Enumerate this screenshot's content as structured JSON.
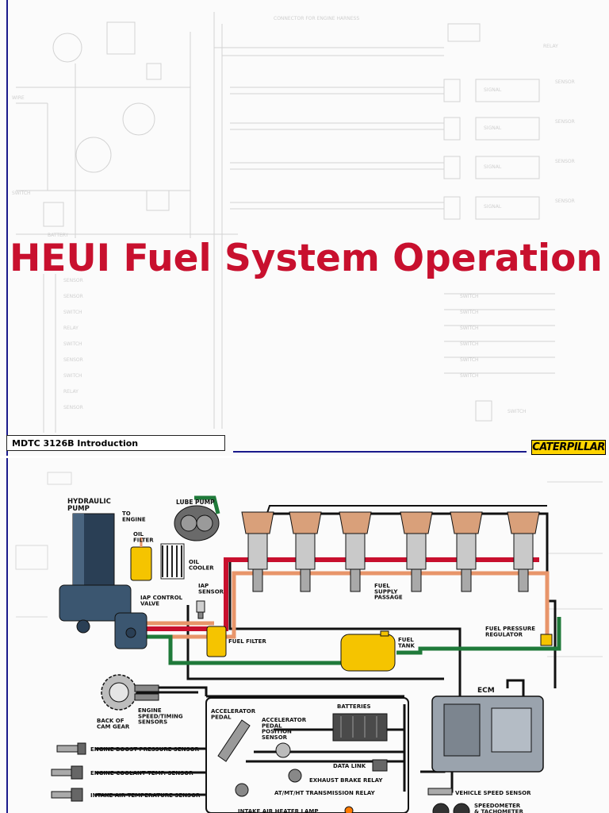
{
  "slide1": {
    "title": "HEUI Fuel System Operation",
    "footer_label": "MDTC 3126B Introduction",
    "logo_text": "CATERPILLAR"
  },
  "diagram": {
    "labels": {
      "hydraulic_pump": "HYDRAULIC\nPUMP",
      "to_engine": "TO\nENGINE",
      "lube_pump": "LUBE PUMP",
      "oil_filter": "OIL\nFILTER",
      "oil_cooler": "OIL\nCOOLER",
      "iap_sensor": "IAP\nSENSOR",
      "iap_control_valve": "IAP CONTROL\nVALVE",
      "fuel_supply_passage": "FUEL\nSUPPLY\nPASSAGE",
      "fuel_pressure_regulator": "FUEL PRESSURE\nREGULATOR",
      "fuel_filter": "FUEL FILTER",
      "fuel_tank": "FUEL\nTANK",
      "ecm": "ECM",
      "engine_speed_timing_sensors": "ENGINE\nSPEED/TIMING\nSENSORS",
      "back_of_cam_gear": "BACK OF\nCAM GEAR",
      "accelerator_pedal": "ACCELERATOR\nPEDAL",
      "accelerator_pedal_position_sensor": "ACCELERATOR\nPEDAL\nPOSITION\nSENSOR",
      "batteries": "BATTERIES",
      "data_link": "DATA LINK",
      "exhaust_brake_relay": "EXHAUST BRAKE RELAY",
      "transmission_relay": "AT/MT/HT TRANSMISSION RELAY",
      "intake_air_heater_lamp": "INTAKE AIR HEATER LAMP",
      "engine_boost_pressure_sensor": "ENGINE BOOST PRESSURE SENSOR",
      "engine_coolant_temp_sensor": "ENGINE COOLANT TEMP. SENSOR",
      "intake_air_temperature_sensor": "INTAKE AIR TEMPERATURE SENSOR",
      "vehicle_speed_sensor": "VEHICLE SPEED SENSOR",
      "speedometer_tachometer": "SPEEDOMETER\n& TACHOMETER"
    }
  },
  "colors": {
    "title_red": "#c8102e",
    "high_pressure_oil": "#c8102e",
    "fuel_supply": "#e8956a",
    "low_pressure_oil": "#1f7a3a",
    "component_yellow": "#f5c400",
    "rule_blue": "#1a1a8c",
    "logo_yellow": "#ffd400"
  }
}
